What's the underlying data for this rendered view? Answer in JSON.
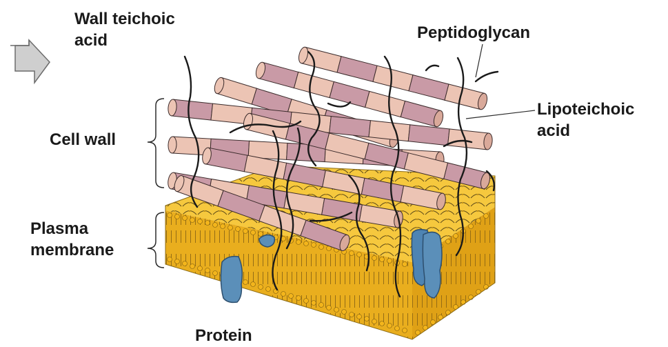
{
  "labels": {
    "wall_teichoic_acid": [
      "Wall teichoic",
      "acid"
    ],
    "peptidoglycan": "Peptidoglycan",
    "lipoteichoic_acid": [
      "Lipoteichoic",
      "acid"
    ],
    "cell_wall": "Cell wall",
    "plasma_membrane": [
      "Plasma",
      "membrane"
    ],
    "protein": "Protein"
  },
  "colors": {
    "membrane_top": "#f6c83e",
    "membrane_side": "#e8ad1c",
    "lipid_head": "#f2b41c",
    "rod_segment_light": "#ecc4b4",
    "rod_segment_dark": "#c99aa6",
    "protein": "#5b8fb9",
    "chain": "#1a1a1a"
  }
}
